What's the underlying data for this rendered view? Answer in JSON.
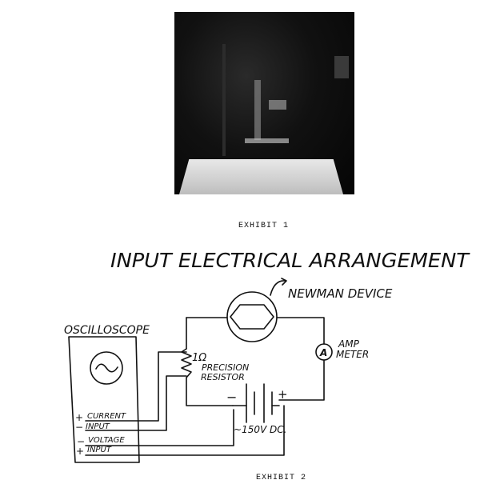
{
  "exhibit1": {
    "caption": "EXHIBIT 1"
  },
  "exhibit2": {
    "caption": "EXHIBIT 2"
  },
  "diagram": {
    "title": "INPUT ELECTRICAL ARRANGEMENT",
    "device_label": "NEWMAN DEVICE",
    "oscilloscope_label": "OSCILLOSCOPE",
    "resistor_value": "1Ω",
    "resistor_label_1": "PRECISION",
    "resistor_label_2": "RESISTOR",
    "ammeter_symbol": "A",
    "ammeter_label_1": "AMP",
    "ammeter_label_2": "METER",
    "battery_minus": "−",
    "battery_plus": "+",
    "supply_label": "~150V DC.",
    "current_label_1": "CURRENT",
    "current_label_2": "INPUT",
    "voltage_label_1": "VOLTAGE",
    "voltage_label_2": "INPUT",
    "plus_sign": "+",
    "minus_sign": "−"
  }
}
